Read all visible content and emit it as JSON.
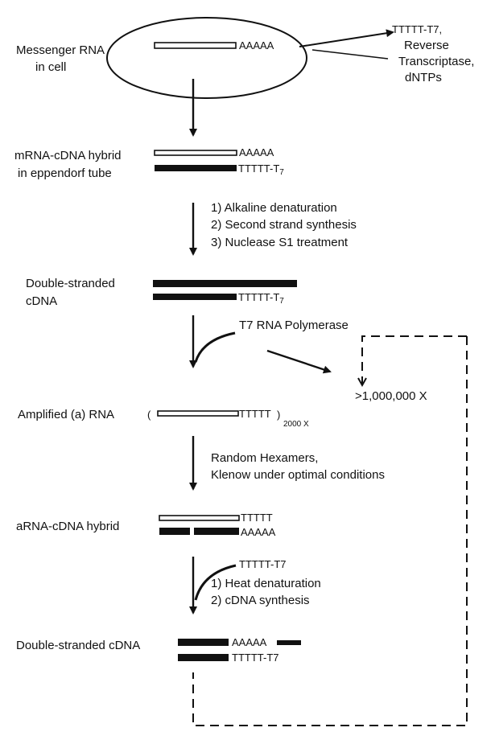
{
  "colors": {
    "ink": "#111111",
    "background": "#ffffff"
  },
  "steps": {
    "cell": {
      "label_line1": "Messenger RNA",
      "label_line2": "in cell",
      "polyA": "AAAAA"
    },
    "reagents": {
      "line1": "TTTTT-T7,",
      "line2": "Reverse",
      "line3": "Transcriptase,",
      "line4": "dNTPs"
    },
    "hybrid": {
      "label_line1": "mRNA-cDNA hybrid",
      "label_line2": "in eppendorf tube",
      "polyA": "AAAAA",
      "primer": "TTTTT-T",
      "primer_sub": "7"
    },
    "step2": {
      "item1": "1)  Alkaline  denaturation",
      "item2": "2)  Second strand synthesis",
      "item3": "3)  Nuclease S1 treatment"
    },
    "ds_cdna": {
      "label_line1": "Double-stranded",
      "label_line2": "cDNA",
      "primer": "TTTTT-T",
      "primer_sub": "7"
    },
    "polymerase": {
      "label": "T7 RNA Polymerase"
    },
    "amplification": {
      "fold": ">1,000,000 X"
    },
    "arna": {
      "label": "Amplified (a) RNA",
      "bracket_left": "(",
      "bracket_right": ")",
      "tail": "TTTTT",
      "multiplier": "2000 X"
    },
    "step4": {
      "line1": "Random Hexamers,",
      "line2": "Klenow under optimal conditions"
    },
    "arna_hybrid": {
      "label": "aRNA-cDNA hybrid",
      "tail_top": "TTTTT",
      "tail_bottom": "AAAAA"
    },
    "step5": {
      "primer": "TTTTT-T7",
      "item1": "1)  Heat denaturation",
      "item2": "2)  cDNA synthesis"
    },
    "final": {
      "label": "Double-stranded cDNA",
      "polyA": "AAAAA",
      "primer": "TTTTT-T7"
    }
  }
}
